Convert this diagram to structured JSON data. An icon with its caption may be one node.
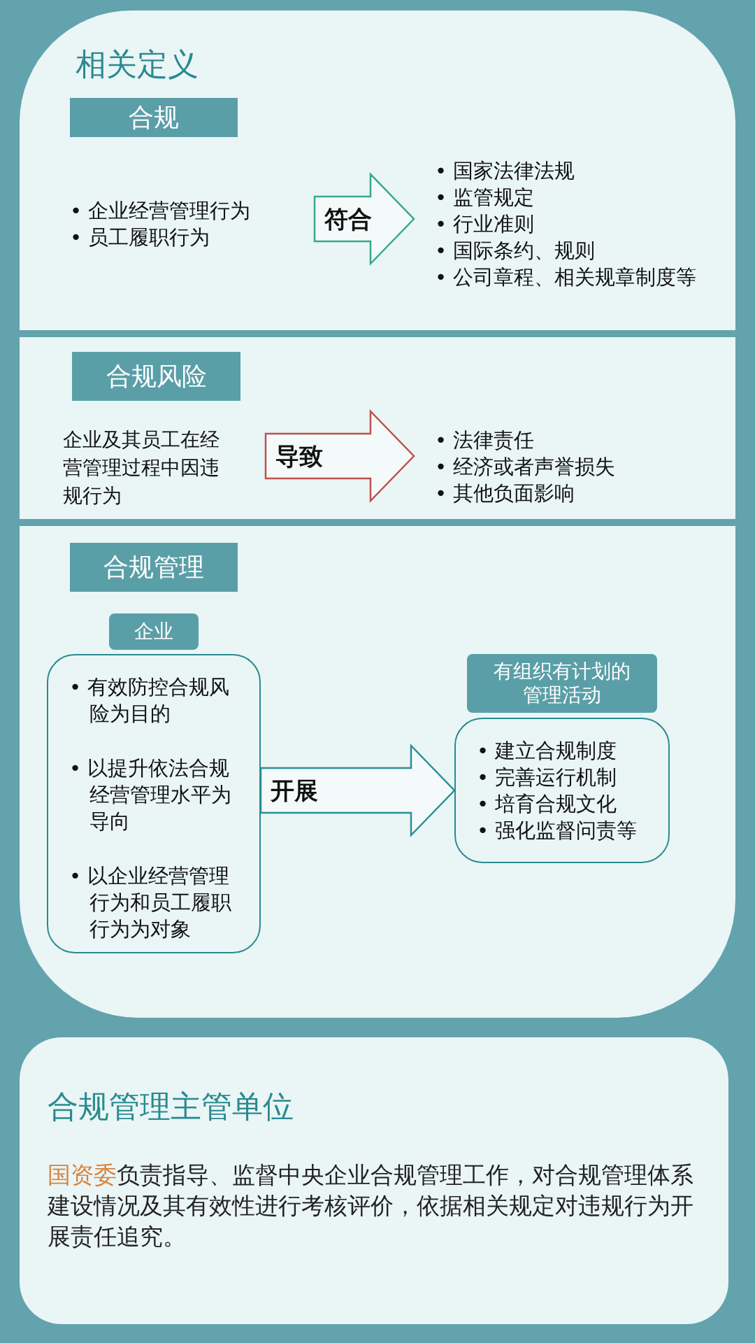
{
  "diagram": {
    "nodes": [
      {
        "text": [
          "相关定义"
        ]
      },
      {
        "text": [
          "合规"
        ],
        "in": 0
      },
      {
        "text": [
          "• 企业经营管理行为",
          "• 员工履职行为"
        ],
        "in": 0
      },
      {
        "text": [
          "• 国家法律法规",
          "• 监管规定",
          "• 行业准则",
          "• 国际条约、规则",
          "• 公司章程、相关规章制度等"
        ],
        "in": 0
      },
      {
        "text": [
          "合规风险"
        ],
        "in": 0
      },
      {
        "text": [
          "企业及其员工在经营管理过程中因违规行为"
        ],
        "in": 0
      },
      {
        "text": [
          "• 法律责任",
          "• 经济或者声誉损失",
          "• 其他负面影响"
        ],
        "in": 0
      },
      {
        "text": [
          "合规管理"
        ],
        "in": 0
      },
      {
        "text": [
          "企业"
        ],
        "in": 0
      },
      {
        "text": [
          "• 有效防控合规风险为目的",
          "• 以提升依法合规经营管理水平为导向",
          "• 以企业经营管理行为和员工履职行为为对象"
        ],
        "in": 0
      },
      {
        "text": [
          "有组织有计划的管理活动"
        ],
        "in": 0
      },
      {
        "text": [
          "• 建立合规制度",
          "• 完善运行机制",
          "• 培育合规文化",
          "• 强化监督问责等"
        ],
        "in": 0
      },
      {
        "text": [
          "合规管理主管单位",
          "**国资委**负责指导、监督中央企业合规管理工作，对合规管理体系建设情况及其有效性进行考核评价，依据相关规定对违规行为开展责任追究。"
        ]
      }
    ],
    "edges": [
      {
        "from": 2,
        "to": 3,
        "arrow": "to",
        "label": "符合",
        "color": "#35a88e"
      },
      {
        "from": 5,
        "to": 6,
        "arrow": "to",
        "label": "导致",
        "color": "#c0504d"
      },
      {
        "from": 9,
        "to": 11,
        "arrow": "to",
        "label": "开展",
        "color": "#2a8f97"
      }
    ]
  }
}
